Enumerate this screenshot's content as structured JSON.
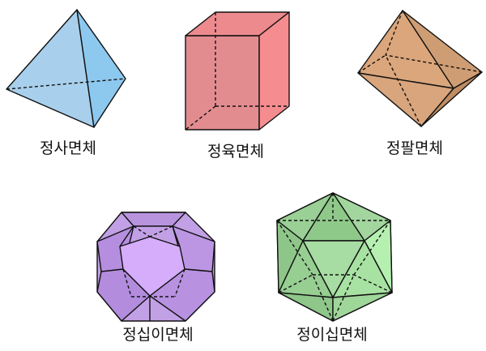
{
  "solids": [
    {
      "id": "tetrahedron",
      "label": "정사면체",
      "color": "#9fcdee"
    },
    {
      "id": "cube",
      "label": "정육면체",
      "color": "#ea8d8f"
    },
    {
      "id": "octahedron",
      "label": "정팔면체",
      "color": "#d3a37a"
    },
    {
      "id": "dodecahedron",
      "label": "정십이면체",
      "color": "#c7a6ec"
    },
    {
      "id": "icosahedron",
      "label": "정이십면체",
      "color": "#a6d8a2"
    }
  ]
}
